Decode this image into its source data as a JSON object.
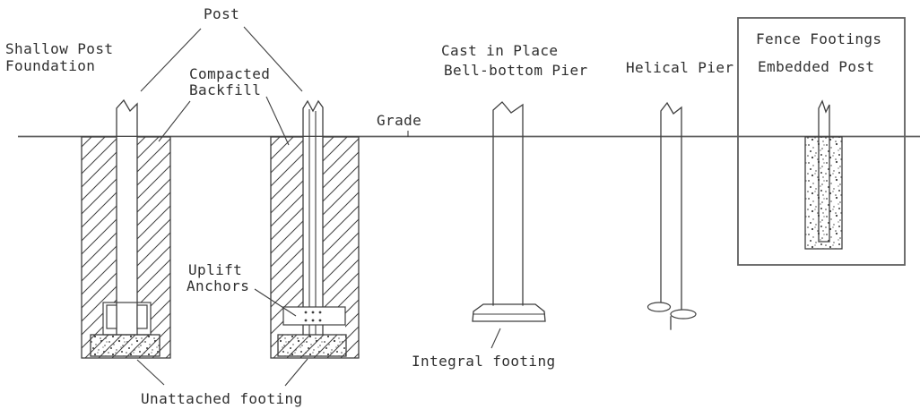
{
  "colors": {
    "background": "#ffffff",
    "line": "#3f3f3f",
    "grade_line": "#5f5f5f",
    "text": "#2f2f2f"
  },
  "labels": {
    "shallow_title_1": "Shallow Post",
    "shallow_title_2": "Foundation",
    "post": "Post",
    "backfill_1": "Compacted",
    "backfill_2": "Backfill",
    "grade": "Grade",
    "bell_title_1": "Cast in Place",
    "bell_title_2": "Bell-bottom Pier",
    "helical_title": "Helical Pier",
    "fence_title_1": "Fence Footings",
    "fence_title_2": "Embedded Post",
    "uplift_1": "Uplift",
    "uplift_2": "Anchors",
    "unattached_footing": "Unattached footing",
    "integral_footing": "Integral footing"
  }
}
